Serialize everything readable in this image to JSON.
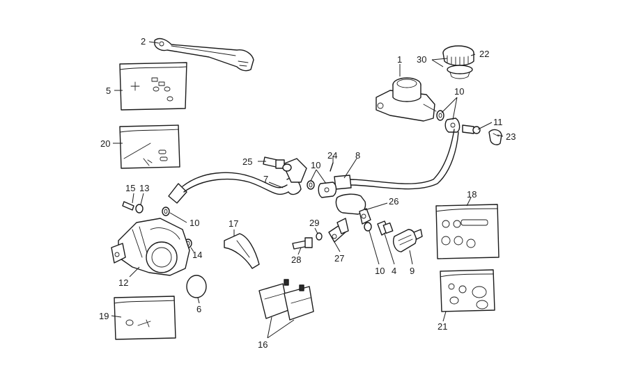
{
  "labels": {
    "n1": "1",
    "n2": "2",
    "n4": "4",
    "n5": "5",
    "n6": "6",
    "n7": "7",
    "n8": "8",
    "n9": "9",
    "n10a": "10",
    "n10b": "10",
    "n10c": "10",
    "n10d": "10",
    "n11": "11",
    "n12": "12",
    "n13": "13",
    "n14": "14",
    "n15": "15",
    "n16": "16",
    "n17": "17",
    "n18": "18",
    "n19": "19",
    "n20": "20",
    "n21": "21",
    "n22": "22",
    "n23": "23",
    "n24": "24",
    "n25": "25",
    "n26": "26",
    "n27": "27",
    "n28": "28",
    "n29": "29",
    "n30": "30"
  }
}
